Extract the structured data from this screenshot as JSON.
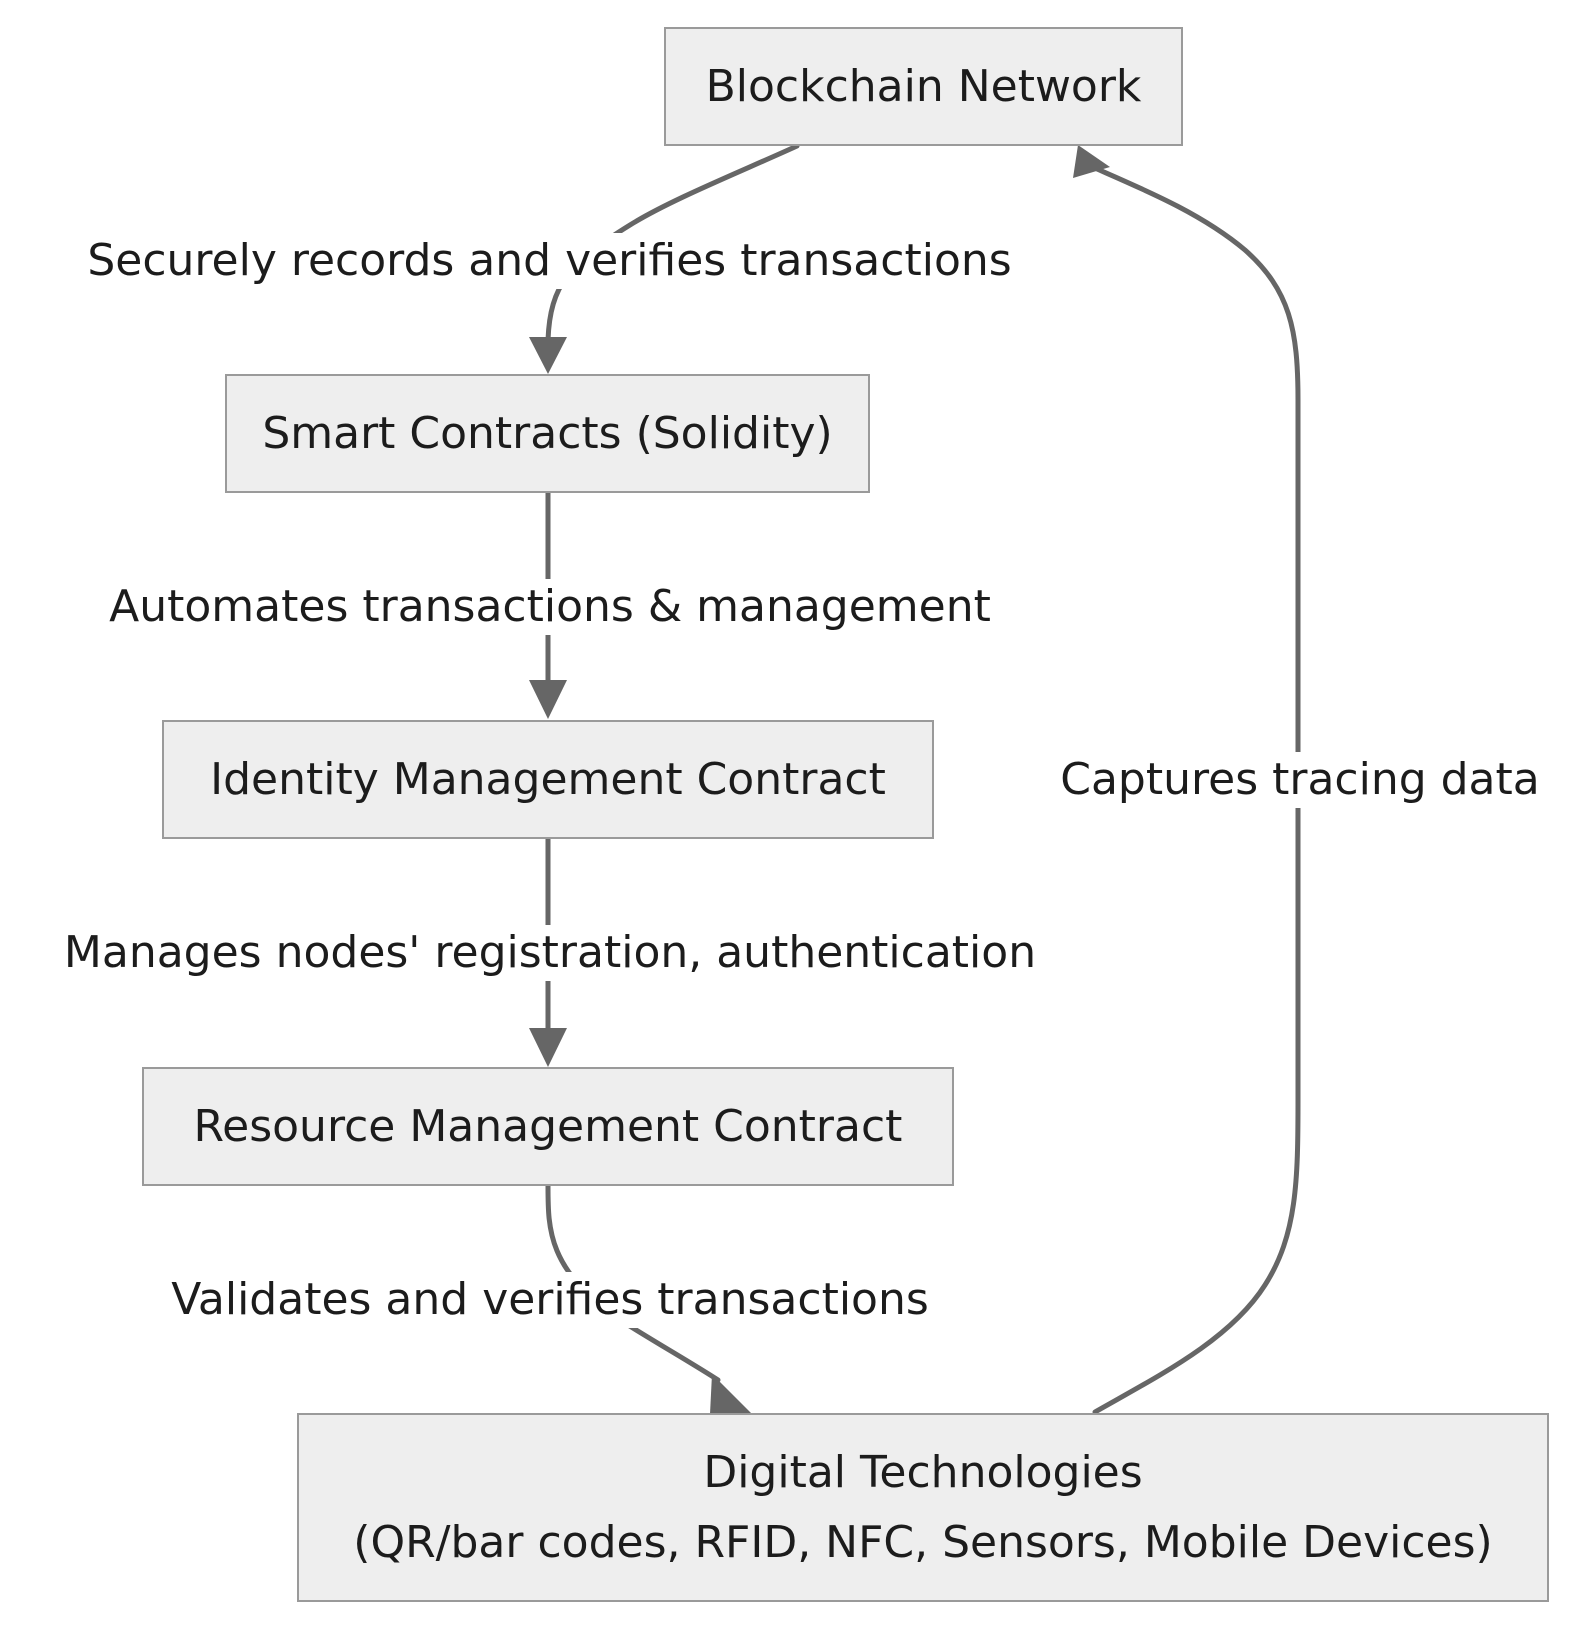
{
  "nodes": {
    "blockchain": "Blockchain Network",
    "smart_contracts": "Smart Contracts (Solidity)",
    "identity": "Identity Management Contract",
    "resource": "Resource Management Contract",
    "digital_line1": "Digital Technologies",
    "digital_line2": "(QR/bar codes, RFID, NFC, Sensors, Mobile Devices)"
  },
  "edges": {
    "blockchain_to_smart": "Securely records and verifies transactions",
    "smart_to_identity": "Automates transactions & management",
    "identity_to_resource": "Manages nodes' registration, authentication",
    "resource_to_digital": "Validates and verifies transactions",
    "digital_to_blockchain": "Captures tracing data"
  },
  "colors": {
    "node_fill": "#eeeeee",
    "node_border": "#9a9a9a",
    "edge": "#666666",
    "text": "#1c1c1c"
  }
}
